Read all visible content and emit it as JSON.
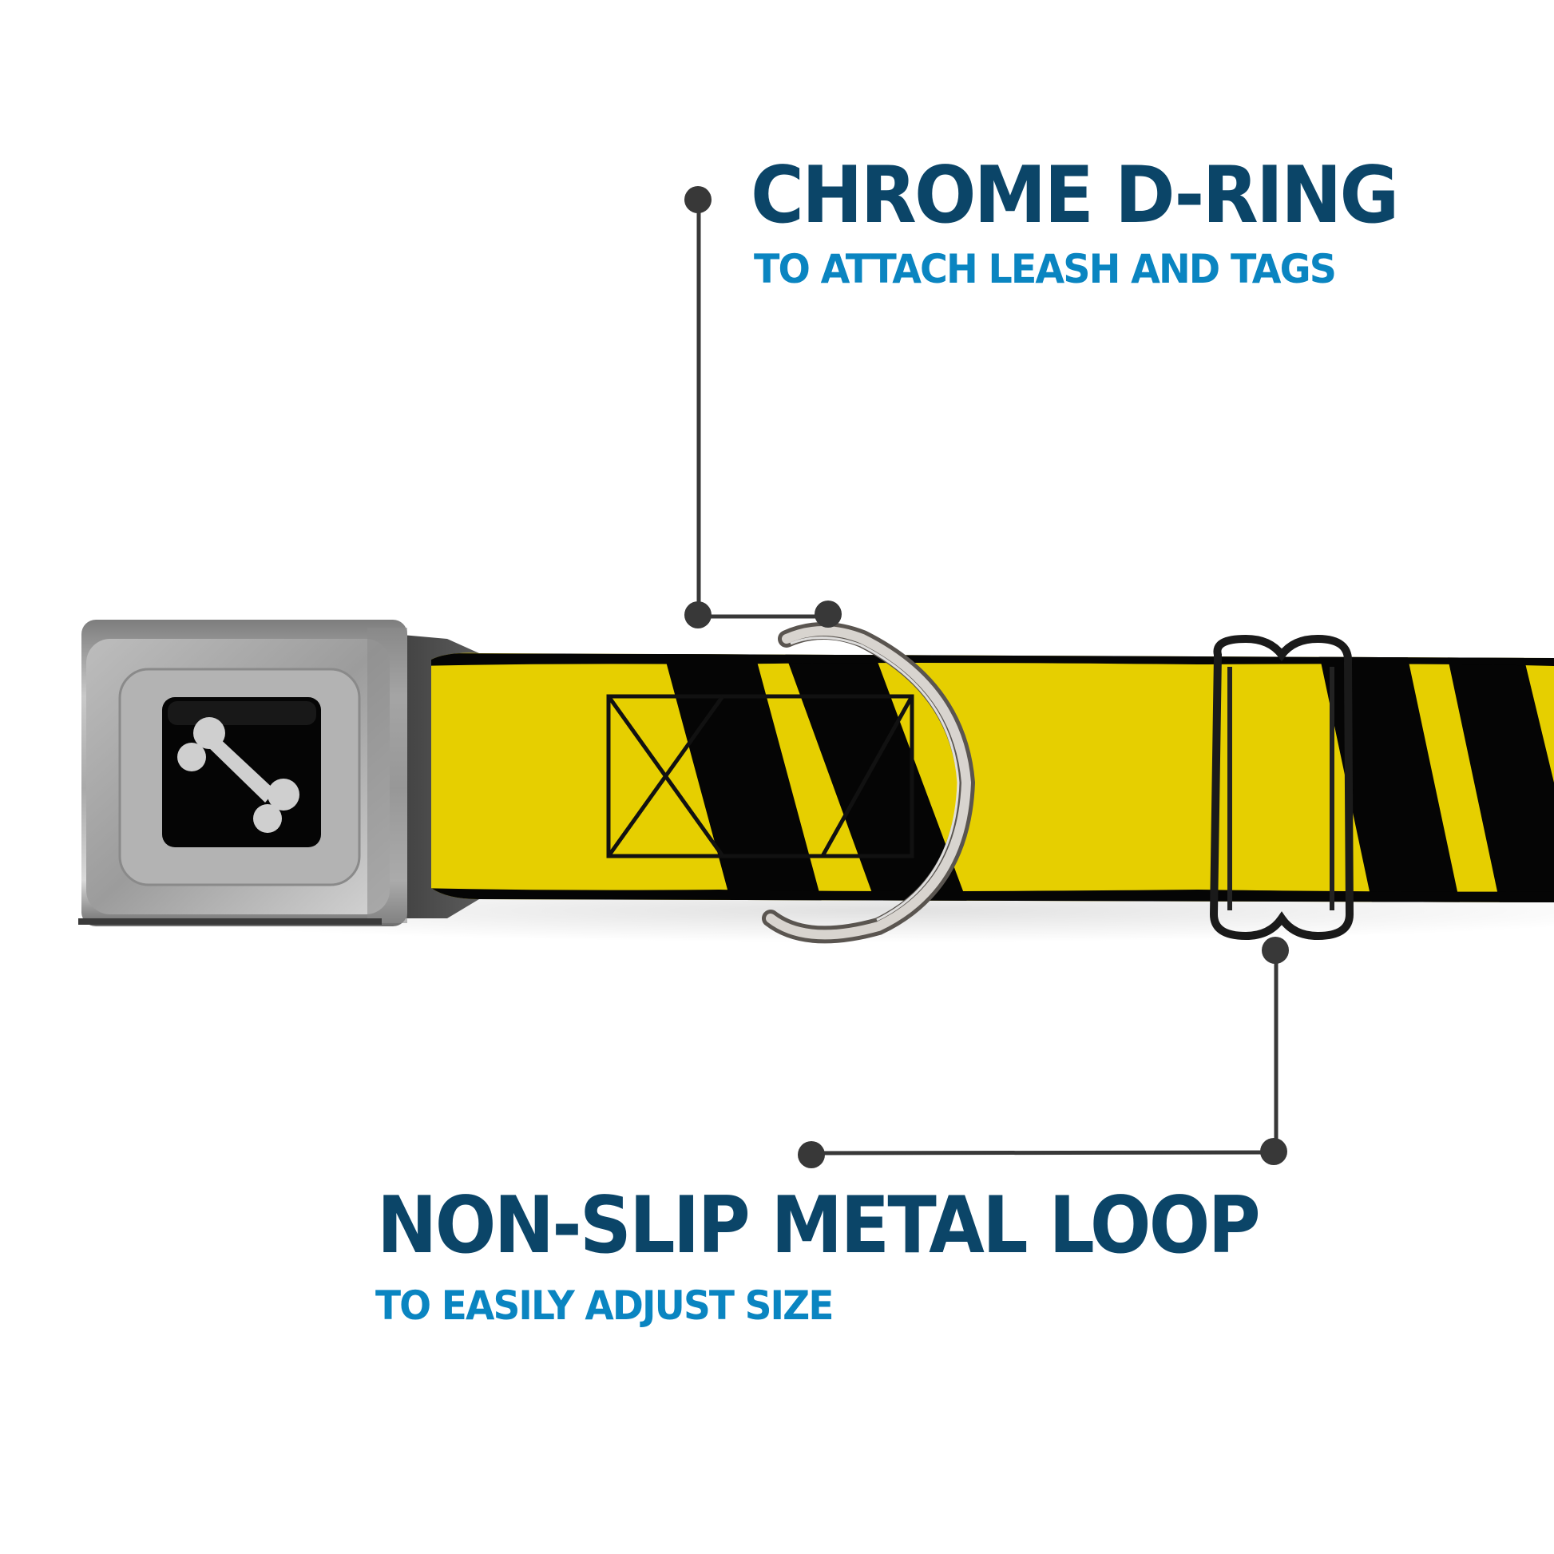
{
  "callouts": [
    {
      "id": "d-ring",
      "title": "CHROME D-RING",
      "subtitle": "TO ATTACH LEASH AND TAGS"
    },
    {
      "id": "metal-loop",
      "title": "NON-SLIP METAL LOOP",
      "subtitle": "TO EASILY ADJUST SIZE"
    }
  ],
  "product": {
    "buckle_icon": "dog-bone-icon",
    "strap_pattern": "diagonal-stripes",
    "hardware": [
      "seatbelt-buckle",
      "chrome-d-ring",
      "slide-loop"
    ]
  },
  "colors": {
    "title": "#0b4568",
    "subtitle": "#0a85c1",
    "connector": "#383838",
    "strap_yellow": "#e6cf00",
    "strap_black": "#050505",
    "buckle_chrome": "#9a9a9a",
    "background": "#ffffff"
  }
}
